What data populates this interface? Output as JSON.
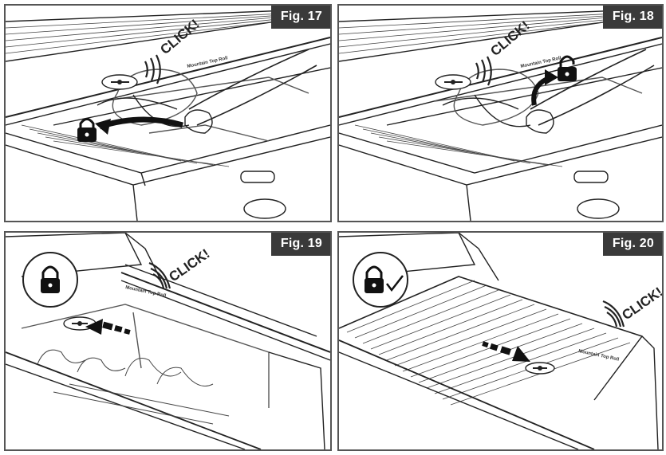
{
  "figures": [
    {
      "label": "Fig. 17",
      "click_text": "CLICK!",
      "brand_text": "Mountain Top Roll"
    },
    {
      "label": "Fig. 18",
      "click_text": "CLICK!",
      "brand_text": "Mountain Top Roll"
    },
    {
      "label": "Fig. 19",
      "click_text": "CLICK!",
      "brand_text": "Mountain Top Roll"
    },
    {
      "label": "Fig. 20",
      "click_text": "CLICK!",
      "brand_text": "Mountain Top Roll"
    }
  ],
  "icons": {
    "fig17": [
      "padlock-icon",
      "curved-arrow-icon",
      "hand-icon"
    ],
    "fig18": [
      "padlock-icon",
      "curved-arrow-icon",
      "hand-icon"
    ],
    "fig19": [
      "padlock-icon",
      "dashed-arrow-icon"
    ],
    "fig20": [
      "padlock-icon",
      "checkmark-icon",
      "dashed-arrow-icon"
    ]
  },
  "colors": {
    "label_bg": "#3a3a3a",
    "label_text": "#ffffff",
    "line": "#222222"
  }
}
